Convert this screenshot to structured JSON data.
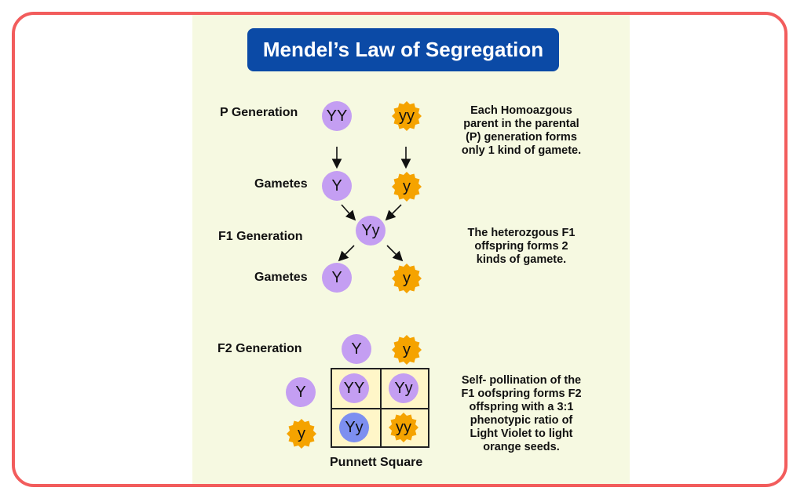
{
  "title": "Mendel’s Law of Segregation",
  "labels": {
    "p_generation": "P Generation",
    "gametes_1": "Gametes",
    "f1_generation": "F1 Generation",
    "gametes_2": "Gametes",
    "f2_generation": "F2 Generation",
    "punnett_square": "Punnett Square"
  },
  "notes": {
    "p_note": [
      "Each Homoazgous",
      "parent in the parental",
      "(P) generation forms",
      "only 1 kind of gamete."
    ],
    "f1_note": [
      "The heterozgous F1",
      "offspring forms 2",
      "kinds of gamete."
    ],
    "f2_note": [
      "Self- pollination of the",
      "F1 oofspring forms F2",
      "offspring with a 3:1",
      "phenotypic ratio of",
      "Light Violet to light",
      "orange seeds."
    ]
  },
  "alleles": {
    "p_violet": "YY",
    "p_orange": "yy",
    "g1_violet": "Y",
    "g1_orange": "y",
    "f1": "Yy",
    "g2_violet": "Y",
    "g2_orange": "y",
    "f2_top_violet": "Y",
    "f2_top_orange": "y",
    "f2_left_violet": "Y",
    "f2_left_orange": "y",
    "cell_1": "YY",
    "cell_2": "Yy",
    "cell_3": "Yy",
    "cell_4": "yy"
  },
  "colors": {
    "frame_border": "#f25c5c",
    "panel_bg": "#f6f9e1",
    "title_bg": "#0b4aa6",
    "violet": "#c49ef2",
    "blue": "#7d8ff0",
    "orange": "#f5a300",
    "punnett_bg": "#fff6c8"
  },
  "icons": [
    "violet-seed-circle",
    "orange-seed-sun"
  ]
}
